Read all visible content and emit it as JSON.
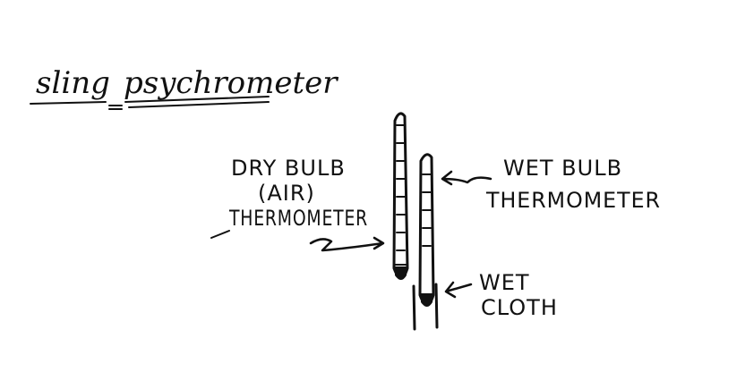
{
  "title": {
    "word1": "sling",
    "word2": "psychrometer"
  },
  "labels": {
    "dry_bulb_line1": "DRY BULB",
    "dry_bulb_line2": "(AIR)",
    "dry_bulb_line3": "THERMOMETER",
    "wet_bulb_line1": "WET BULB",
    "wet_bulb_line2": "THERMOMETER",
    "wet_cloth_line1": "WET",
    "wet_cloth_line2": "CLOTH"
  }
}
